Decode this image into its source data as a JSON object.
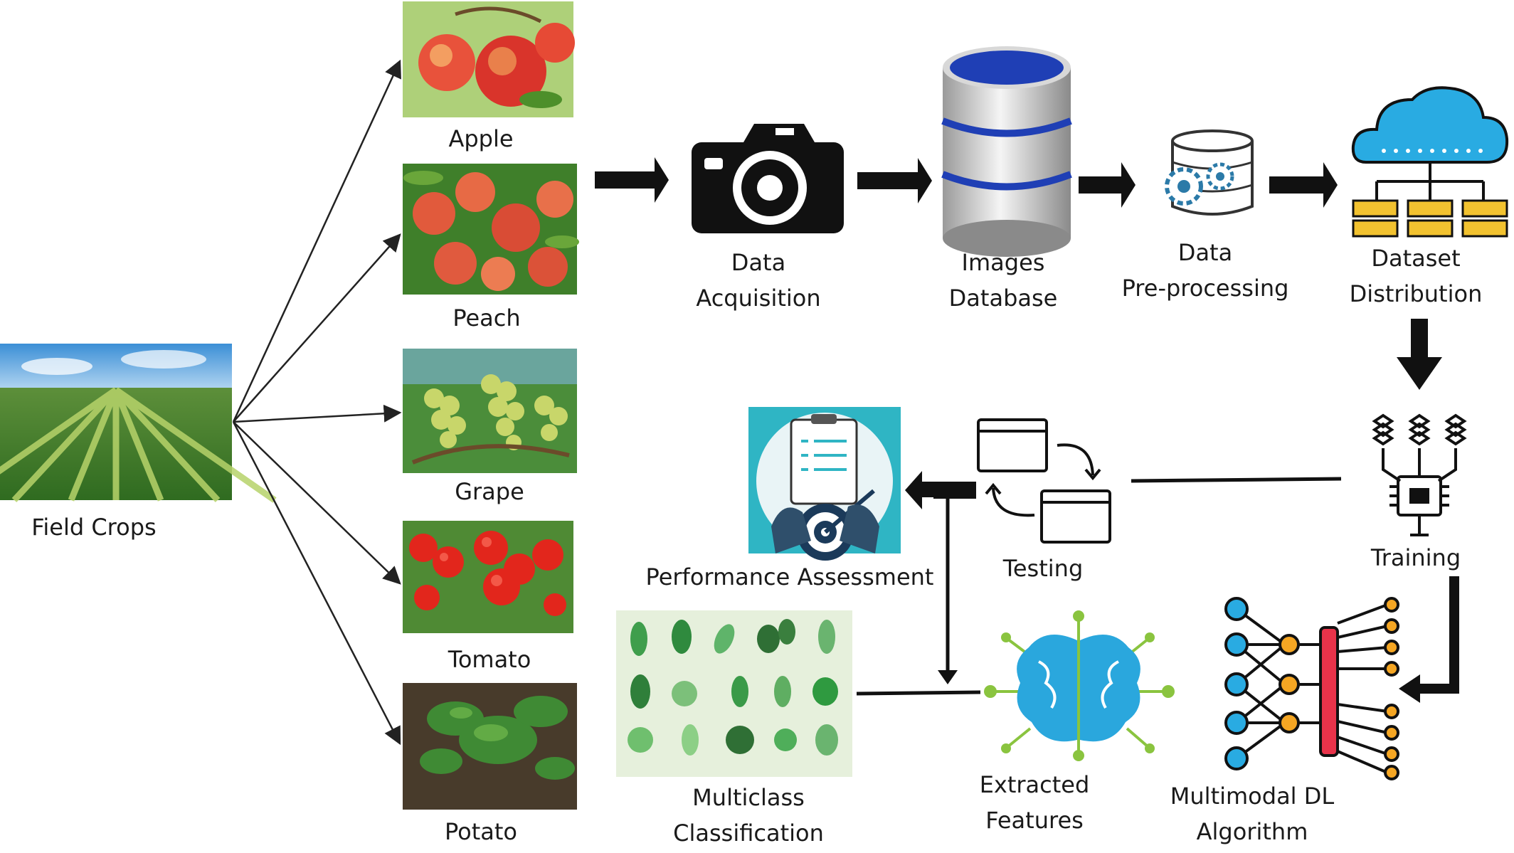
{
  "labels": {
    "field_crops": "Field Crops",
    "apple": "Apple",
    "peach": "Peach",
    "grape": "Grape",
    "tomato": "Tomato",
    "potato": "Potato",
    "data_acquisition_1": "Data",
    "data_acquisition_2": "Acquisition",
    "images_database_1": "Images",
    "images_database_2": "Database",
    "data_preprocessing_1": "Data",
    "data_preprocessing_2": "Pre-processing",
    "dataset_distribution_1": "Dataset",
    "dataset_distribution_2": "Distribution",
    "training": "Training",
    "testing": "Testing",
    "performance_assessment": "Performance Assessment",
    "multiclass_classification_1": "Multiclass",
    "multiclass_classification_2": "Classification",
    "extracted_features_1": "Extracted",
    "extracted_features_2": "Features",
    "multimodal_dl_1": "Multimodal DL",
    "multimodal_dl_2": "Algorithm"
  },
  "icons": {
    "camera": "camera-icon",
    "database": "database-icon",
    "preprocessing": "gear-database-icon",
    "cloud": "cloud-network-icon",
    "training": "chip-icon",
    "testing": "window-cycle-icon",
    "assessment": "clipboard-target-icon",
    "brain": "brain-icon",
    "network": "neural-network-icon"
  },
  "colors": {
    "arrow": "#111111",
    "cloud": "#29abe2",
    "database_top": "#1f3fb5",
    "server": "#f2c230",
    "leaf": "#3f9e4c",
    "brain": "#2aa7dd",
    "node_blue": "#29abe2",
    "node_orange": "#f5a623",
    "bar_red": "#e8334a"
  }
}
